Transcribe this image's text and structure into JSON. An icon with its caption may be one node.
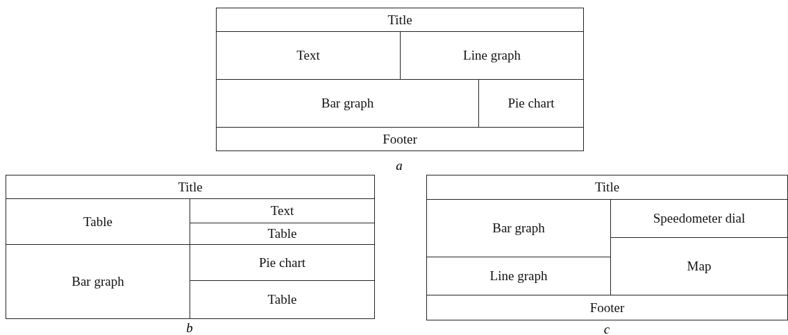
{
  "diagram": {
    "nodes": [
      {
        "text": [
          "Title"
        ]
      },
      {
        "text": [
          "Text"
        ]
      },
      {
        "text": [
          "Line graph"
        ]
      },
      {
        "text": [
          "Bar graph"
        ]
      },
      {
        "text": [
          "Pie chart"
        ]
      },
      {
        "text": [
          "Footer"
        ]
      },
      {
        "text": [
          "Title"
        ]
      },
      {
        "text": [
          "Table"
        ]
      },
      {
        "text": [
          "Text"
        ]
      },
      {
        "text": [
          "Table"
        ]
      },
      {
        "text": [
          "Bar graph"
        ]
      },
      {
        "text": [
          "Pie chart"
        ]
      },
      {
        "text": [
          "Table"
        ]
      },
      {
        "text": [
          "Title"
        ]
      },
      {
        "text": [
          "Bar graph"
        ]
      },
      {
        "text": [
          "Speedometer dial"
        ]
      },
      {
        "text": [
          "Line graph"
        ]
      },
      {
        "text": [
          "Map"
        ]
      },
      {
        "text": [
          "Footer"
        ]
      }
    ],
    "labels": [
      "a",
      "b",
      "c"
    ]
  }
}
